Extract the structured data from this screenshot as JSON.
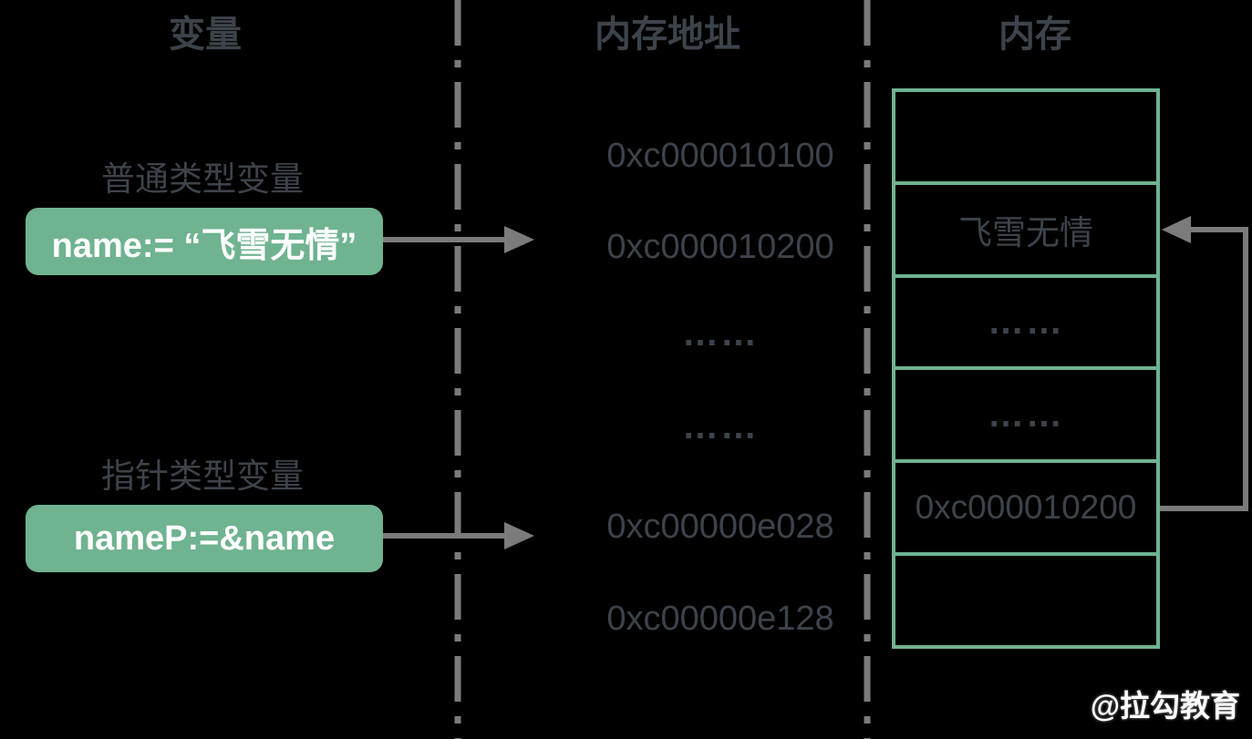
{
  "colors": {
    "background": "#000000",
    "dark_text": "#3d434a",
    "green_box_fill": "#6fb391",
    "green_table_border": "#6fb391",
    "line_gray": "#7b7b7b",
    "white_text": "#ffffff"
  },
  "headers": {
    "variable": "变量",
    "memory_address": "内存地址",
    "memory": "内存"
  },
  "labels": {
    "ordinary_variable": "普通类型变量",
    "pointer_variable": "指针类型变量"
  },
  "variables": {
    "name_declaration": "name:= “飞雪无情”",
    "pointer_declaration": "nameP:=&name"
  },
  "addresses": [
    {
      "value": "0xc000010100"
    },
    {
      "value": "0xc000010200"
    },
    {
      "value": "……"
    },
    {
      "value": "……"
    },
    {
      "value": "0xc00000e028"
    },
    {
      "value": "0xc00000e128"
    }
  ],
  "memory_cells": [
    {
      "value": ""
    },
    {
      "value": "飞雪无情"
    },
    {
      "value": "……"
    },
    {
      "value": "……"
    },
    {
      "value": "0xc000010200"
    },
    {
      "value": ""
    }
  ],
  "watermark": "@拉勾教育"
}
